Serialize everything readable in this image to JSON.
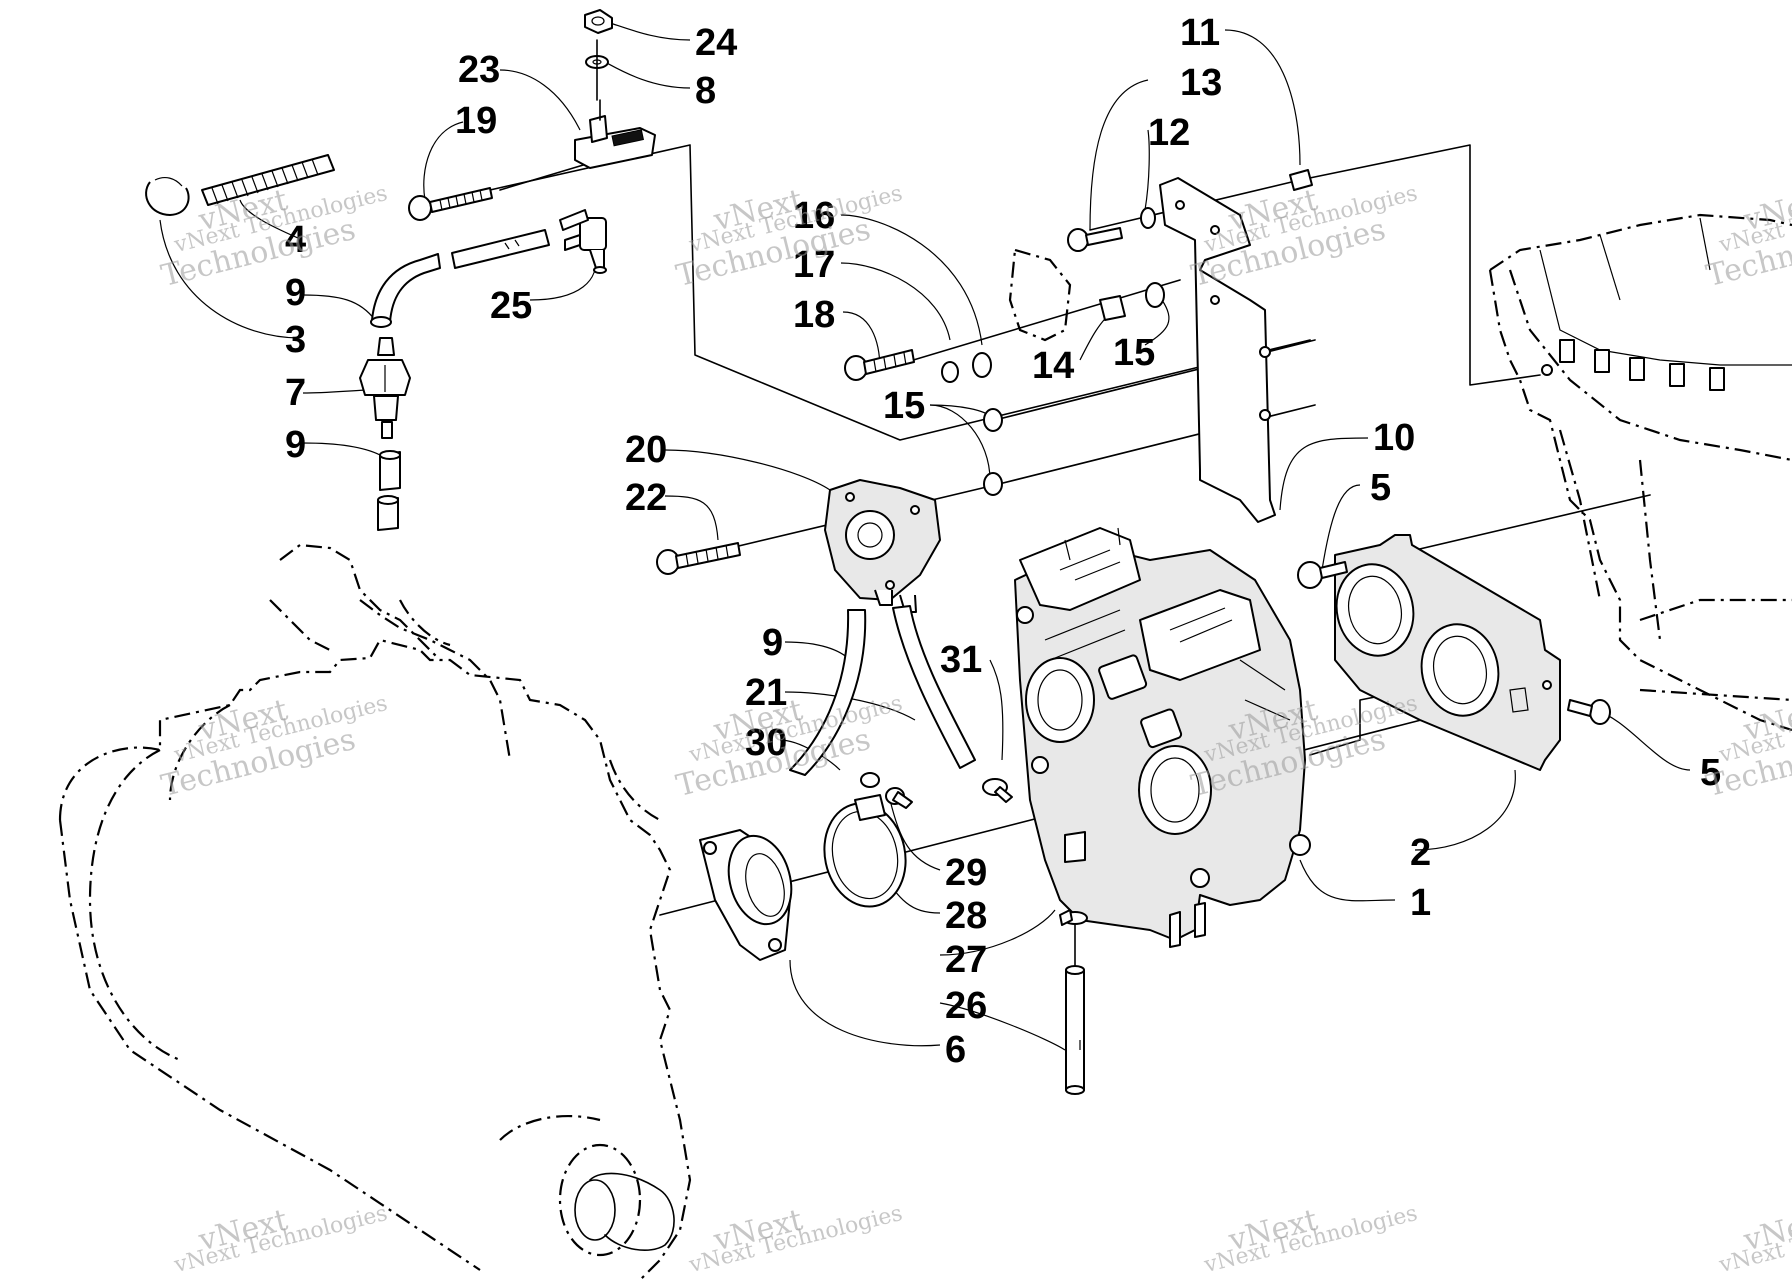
{
  "diagram": {
    "callouts": [
      {
        "id": "c24",
        "text": "24"
      },
      {
        "id": "c8",
        "text": "8"
      },
      {
        "id": "c23",
        "text": "23"
      },
      {
        "id": "c19",
        "text": "19"
      },
      {
        "id": "c4",
        "text": "4"
      },
      {
        "id": "c9a",
        "text": "9"
      },
      {
        "id": "c3",
        "text": "3"
      },
      {
        "id": "c25",
        "text": "25"
      },
      {
        "id": "c7",
        "text": "7"
      },
      {
        "id": "c9b",
        "text": "9"
      },
      {
        "id": "c11",
        "text": "11"
      },
      {
        "id": "c13",
        "text": "13"
      },
      {
        "id": "c12",
        "text": "12"
      },
      {
        "id": "c16",
        "text": "16"
      },
      {
        "id": "c17",
        "text": "17"
      },
      {
        "id": "c18",
        "text": "18"
      },
      {
        "id": "c14",
        "text": "14"
      },
      {
        "id": "c15a",
        "text": "15"
      },
      {
        "id": "c15b",
        "text": "15"
      },
      {
        "id": "c10",
        "text": "10"
      },
      {
        "id": "c20",
        "text": "20"
      },
      {
        "id": "c22",
        "text": "22"
      },
      {
        "id": "c5a",
        "text": "5"
      },
      {
        "id": "c9c",
        "text": "9"
      },
      {
        "id": "c31",
        "text": "31"
      },
      {
        "id": "c21",
        "text": "21"
      },
      {
        "id": "c30",
        "text": "30"
      },
      {
        "id": "c29",
        "text": "29"
      },
      {
        "id": "c28",
        "text": "28"
      },
      {
        "id": "c27",
        "text": "27"
      },
      {
        "id": "c26",
        "text": "26"
      },
      {
        "id": "c6",
        "text": "6"
      },
      {
        "id": "c1",
        "text": "1"
      },
      {
        "id": "c2",
        "text": "2"
      },
      {
        "id": "c5b",
        "text": "5"
      }
    ]
  },
  "watermark": {
    "line1": "vNext Technologies",
    "line2a": "vNext",
    "line2b": "Technologies"
  }
}
